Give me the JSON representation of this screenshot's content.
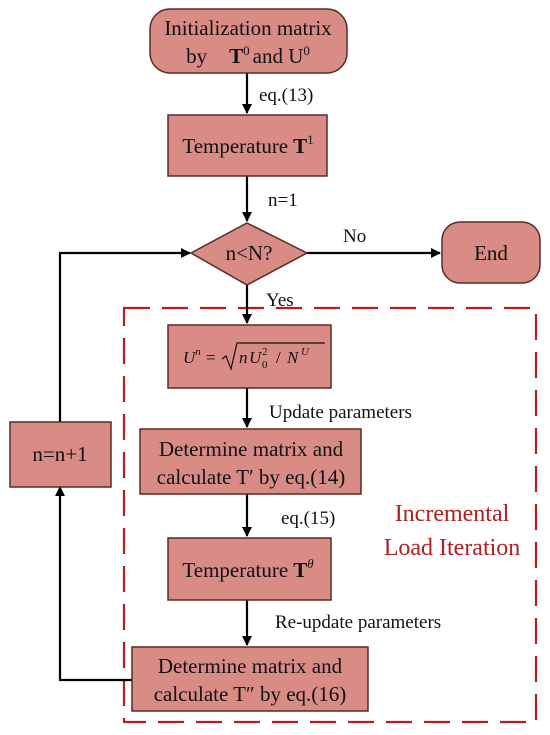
{
  "nodes": {
    "init": {
      "line1": "Initialization matrix",
      "line2_prefix": "by",
      "t0_symbol": "T",
      "t0_sup": "0",
      "and": "and U",
      "u0_sup": "0"
    },
    "temp1": {
      "text": "Temperature",
      "symbol": "T",
      "sup": "1"
    },
    "decision": {
      "text": "n<N?"
    },
    "end": {
      "text": "End"
    },
    "un_formula": {
      "lhs": "U",
      "lhs_sup": "n",
      "eq": "=",
      "rad_n": "n",
      "rad_u": "U",
      "rad_u_sup": "2",
      "rad_u_sub": "0",
      "slash": "/",
      "rad_N": "N",
      "rad_N_sup": "U"
    },
    "det1": {
      "line1": "Determine matrix and",
      "line2": "calculate T′ by eq.(14)"
    },
    "temp_theta": {
      "text": "Temperature",
      "symbol": "T",
      "sup": "θ"
    },
    "det2": {
      "line1": "Determine matrix and",
      "line2": "calculate T″ by eq.(16)"
    },
    "incr": {
      "text": "n=n+1"
    }
  },
  "edge_labels": {
    "eq13": "eq.(13)",
    "n1": "n=1",
    "no": "No",
    "yes": "Yes",
    "update": "Update  parameters",
    "eq15": "eq.(15)",
    "reupdate": "Re-update  parameters"
  },
  "region": {
    "line1": "Incremental",
    "line2": "Load Iteration"
  },
  "colors": {
    "box_fill": "#d98c86",
    "box_stroke": "#5a2a26",
    "region": "#b02020",
    "arrow": "#000000"
  }
}
